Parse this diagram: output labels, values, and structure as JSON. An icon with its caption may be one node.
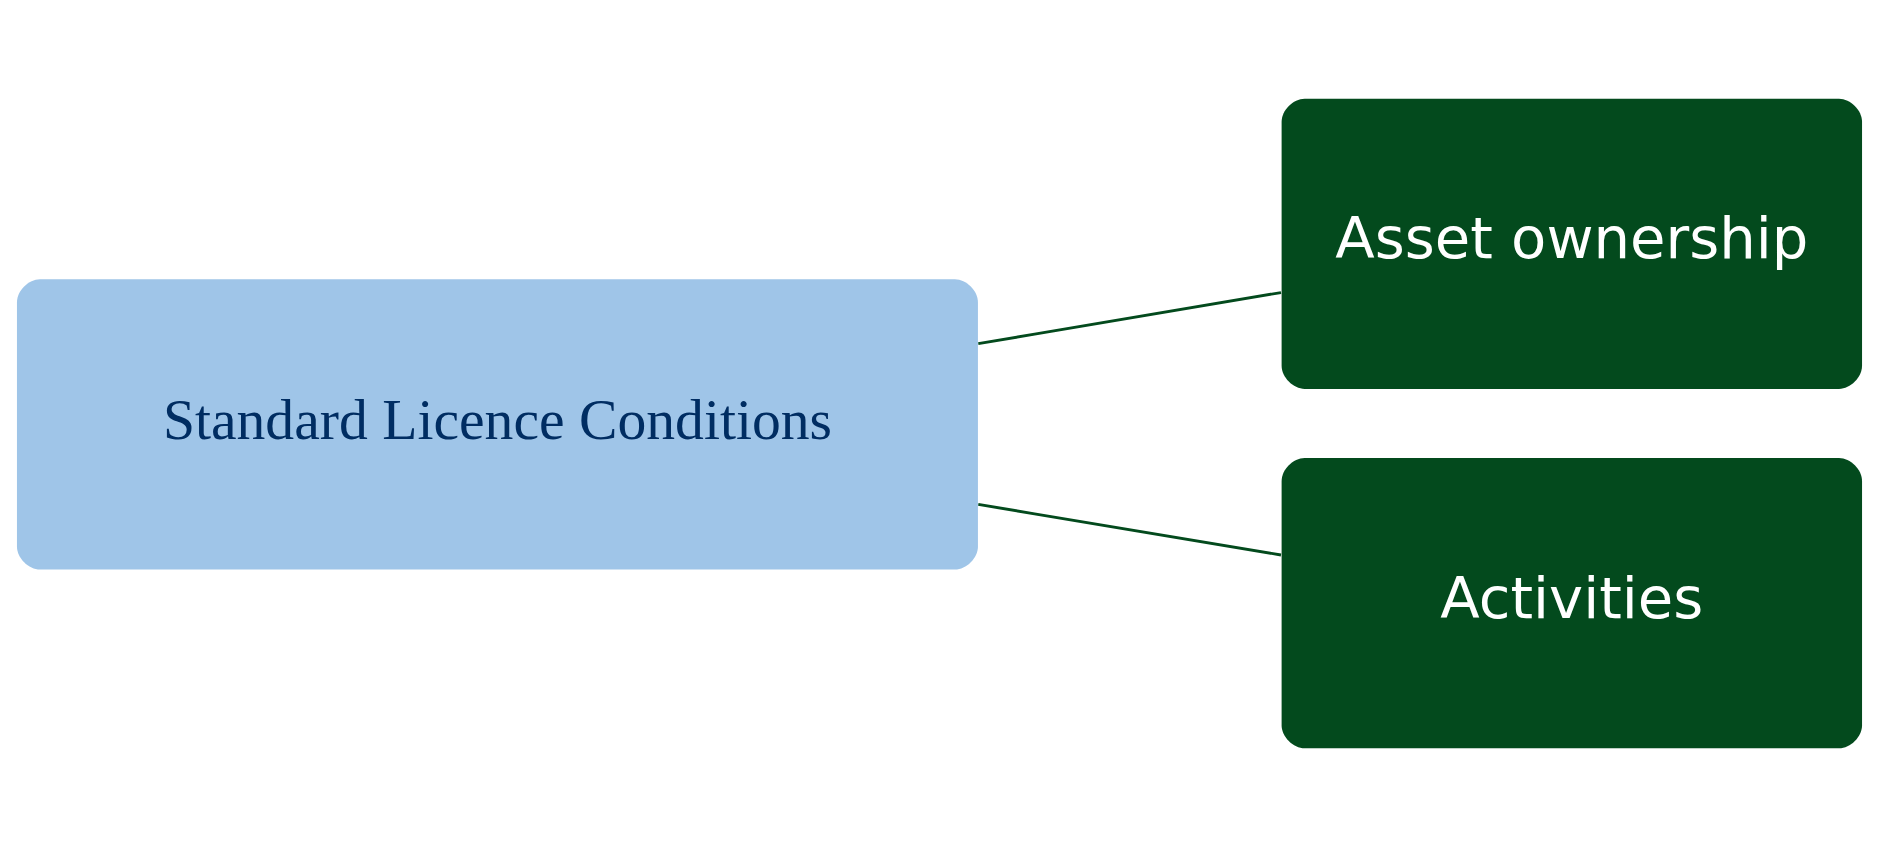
{
  "diagram": {
    "nodes": [
      {
        "text": [
          "Standard Licence Conditions"
        ]
      },
      {
        "text": [
          "Asset ownership"
        ]
      },
      {
        "text": [
          "Activities"
        ]
      }
    ],
    "edges": [
      {
        "from": 0,
        "to": 1,
        "arrow": "none"
      },
      {
        "from": 0,
        "to": 2,
        "arrow": "none"
      }
    ]
  }
}
